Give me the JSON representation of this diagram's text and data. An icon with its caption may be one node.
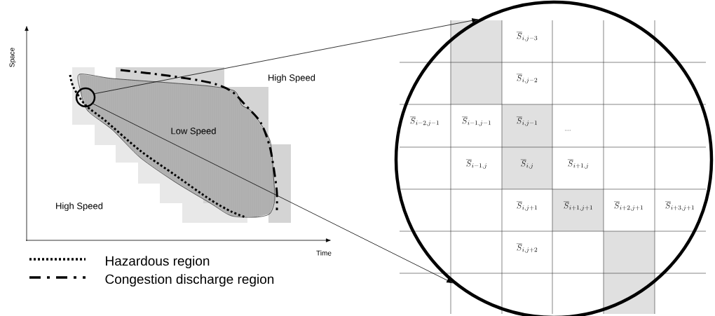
{
  "diagram": {
    "nodes": [
      {
        "text": [],
        "shape": "circle"
      },
      {
        "text": [],
        "shape": "circle"
      }
    ],
    "edges": [
      {
        "from": 0,
        "to": 1,
        "arrow": "to"
      },
      {
        "from": 0,
        "to": 1,
        "arrow": "to"
      }
    ],
    "labels": [
      "Space",
      "High Speed",
      "Low Speed",
      "High Speed",
      "Time",
      "\\overline{S}_{i,j-3}",
      "\\overline{S}_{i,j-2}",
      "\\overline{S}_{i-2,j-1}",
      "\\overline{S}_{i-1,j-1}",
      "\\overline{S}_{i,j-1}",
      "....",
      "\\overline{S}_{i-1,j}",
      "\\overline{S}_{i,j}",
      "\\overline{S}_{i+1,j}",
      "\\overline{S}_{i,j+1}",
      "\\overline{S}_{i+1,j+1}",
      "\\overline{S}_{i+2,j+1}",
      "\\overline{S}_{i+3,j+1}",
      "\\overline{S}_{i,j+2}"
    ],
    "legend": [
      {
        "text": "Hazardous region"
      },
      {
        "text": "Congestion discharge region"
      }
    ]
  }
}
